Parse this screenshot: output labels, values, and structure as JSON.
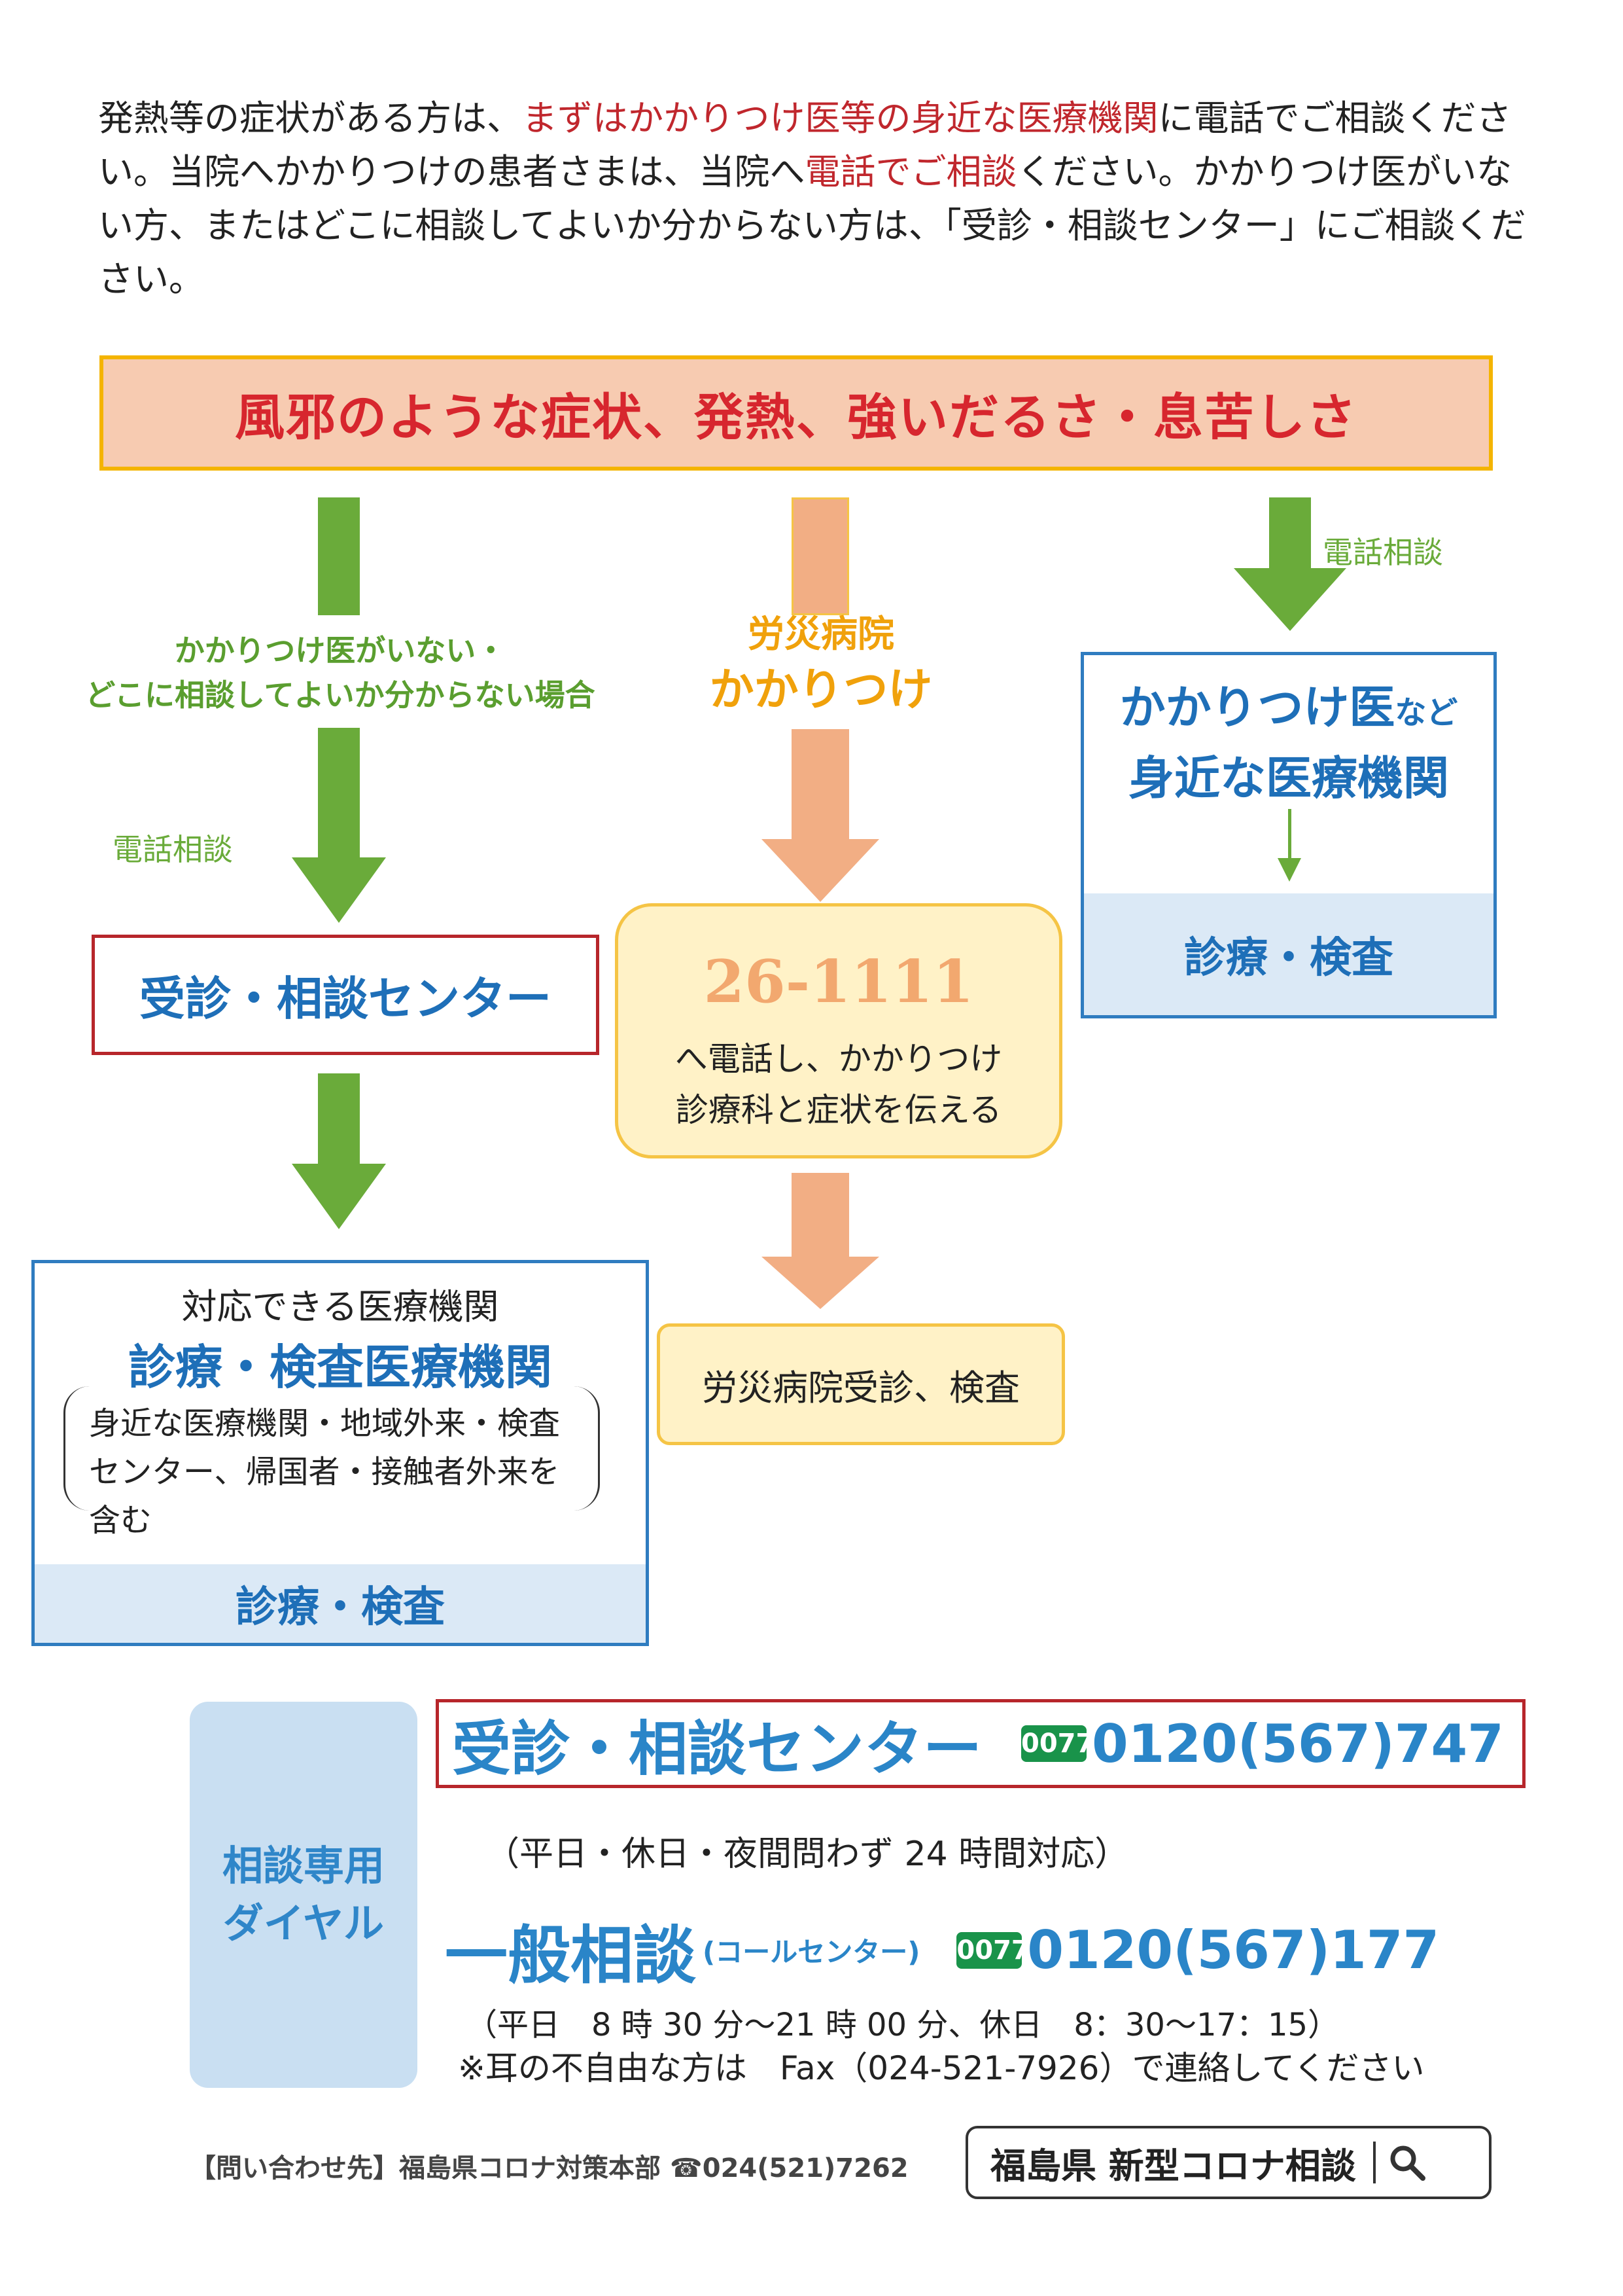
{
  "intro": {
    "p1a": "発熱等の症状がある方は、",
    "p1b": "まずはかかりつけ医等の身近な医療機関",
    "p1c": "に電話でご相談ください。当院へかかりつけの患者さまは、当院へ",
    "p1d": "電話でご相談",
    "p1e": "ください。かかりつけ医がいない方、またはどこに相談してよいか分からない方は、「受診・相談センター」にご相談ください。"
  },
  "banner": {
    "text": "風邪のような症状、発熱、強いだるさ・息苦しさ"
  },
  "left_path": {
    "condition_line1": "かかりつけ医がいない・",
    "condition_line2": "どこに相談してよいか分からない場合",
    "phone_label": "電話相談",
    "center_box": "受診・相談センター",
    "result_sub": "対応できる医療機関",
    "result_title": "診療・検査医療機関",
    "result_note": "身近な医療機関・地域外来・検査センター、帰国者・接触者外来を含む",
    "result_strip": "診療・検査"
  },
  "middle_path": {
    "label_line1": "労災病院",
    "label_line2": "かかりつけ",
    "phone_number": "26-1111",
    "instruction_line1": "へ電話し、かかりつけ",
    "instruction_line2": "診療科と症状を伝える",
    "result": "労災病院受診、検査"
  },
  "right_path": {
    "phone_label": "電話相談",
    "box_line1a": "かかりつけ医",
    "box_line1b": "など",
    "box_line2": "身近な医療機関",
    "strip": "診療・検査"
  },
  "footer": {
    "side_line1": "相談専用",
    "side_line2": "ダイヤル",
    "hotline1_name": "受診・相談センター",
    "freedial_icon": "0077",
    "hotline1_number": "0120(567)747",
    "hotline1_hours": "（平日・休日・夜間問わず 24 時間対応）",
    "hotline2_name": "一般相談",
    "hotline2_sub": "(コールセンター)",
    "hotline2_number": "0120(567)177",
    "hotline2_hours": "（平日　8 時 30 分～21 時 00 分、休日　8：30～17：15）",
    "deaf_note": "※耳の不自由な方は　Fax（024-521-7926）で連絡してください",
    "contact": "【問い合わせ先】福島県コロナ対策本部 ☎024(521)7262",
    "search_text": "福島県 新型コロナ相談"
  }
}
